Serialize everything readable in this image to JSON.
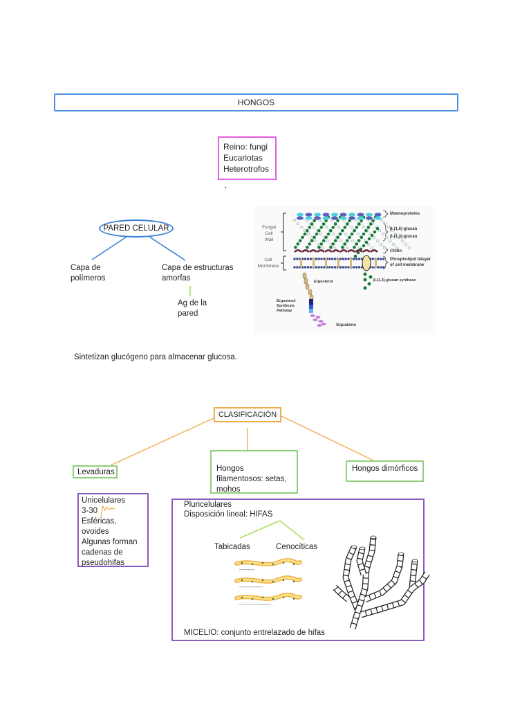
{
  "header": {
    "title": "HONGOS"
  },
  "kingdom_box": {
    "lines": [
      "Reino: fungi",
      "Eucariotas",
      "Heterotrofos"
    ]
  },
  "cell_wall": {
    "root": "PARED CELULAR",
    "left_branch": [
      "Capa de",
      "polímeros"
    ],
    "right_branch": [
      "Capa de estructuras",
      "amorfas"
    ],
    "sub_branch": [
      "Ag de la",
      "pared"
    ]
  },
  "figure_cell_wall": {
    "left_labels": {
      "fungal_wall": [
        "Fungal",
        "Cell",
        "Wall"
      ],
      "membrane": [
        "Cell",
        "Membrane"
      ]
    },
    "right_labels": [
      "Mannoproteins",
      "β-(1,6)-glucan",
      "β-(1,3)-glucan",
      "Chitin",
      "Phospholipid bilayer",
      "of cell membrane"
    ],
    "inner_labels": {
      "ergosterol": "Ergosterol",
      "synthase": "β-(1,3)-glucan synthase",
      "pathway": [
        "Ergosterol",
        "Synthesis",
        "Pathway"
      ],
      "squalene": "Squalene"
    },
    "colors": {
      "mannoprotein_light": "#4fd0e0",
      "mannoprotein_dark": "#5a5fb8",
      "glucan16": "#b0c4c8",
      "glucan13": "#1a7a3a",
      "chitin": "#6a2440",
      "membrane": "#3a4a8a",
      "ergosterol": "#d8b878",
      "squalene": "#c080d8"
    }
  },
  "glycogen_note": "Sintetizan glucógeno para almacenar glucosa.",
  "classification": {
    "root": "CLASIFICACIÓN",
    "levaduras": "Levaduras",
    "filamentosos": [
      "Hongos",
      "filamentosos: setas,",
      "mohos"
    ],
    "dimorficos": "Hongos dimórficos",
    "levaduras_detail": [
      "Unicelulares",
      "3-30",
      "Esféricas, ovoides",
      "Algunas forman",
      "cadenas de",
      "pseudohifas"
    ],
    "filamentosos_detail": {
      "lines": [
        "Pluricelulares",
        "Disposición lineal: HIFAS"
      ],
      "tabicadas": "Tabicadas",
      "cenociticas": "Cenocíticas",
      "micelio": "MICELIO: conjunto entrelazado de hifas"
    }
  },
  "colors": {
    "title_border": "#4a90e2",
    "kingdom_border": "#e35de0",
    "pared_lines": "#3b82d6",
    "class_lines": "#f0ad4e",
    "class_boxes": "#8fd07a",
    "detail_boxes": "#8a5bbd",
    "hifas_lines": "#a8e05a"
  }
}
